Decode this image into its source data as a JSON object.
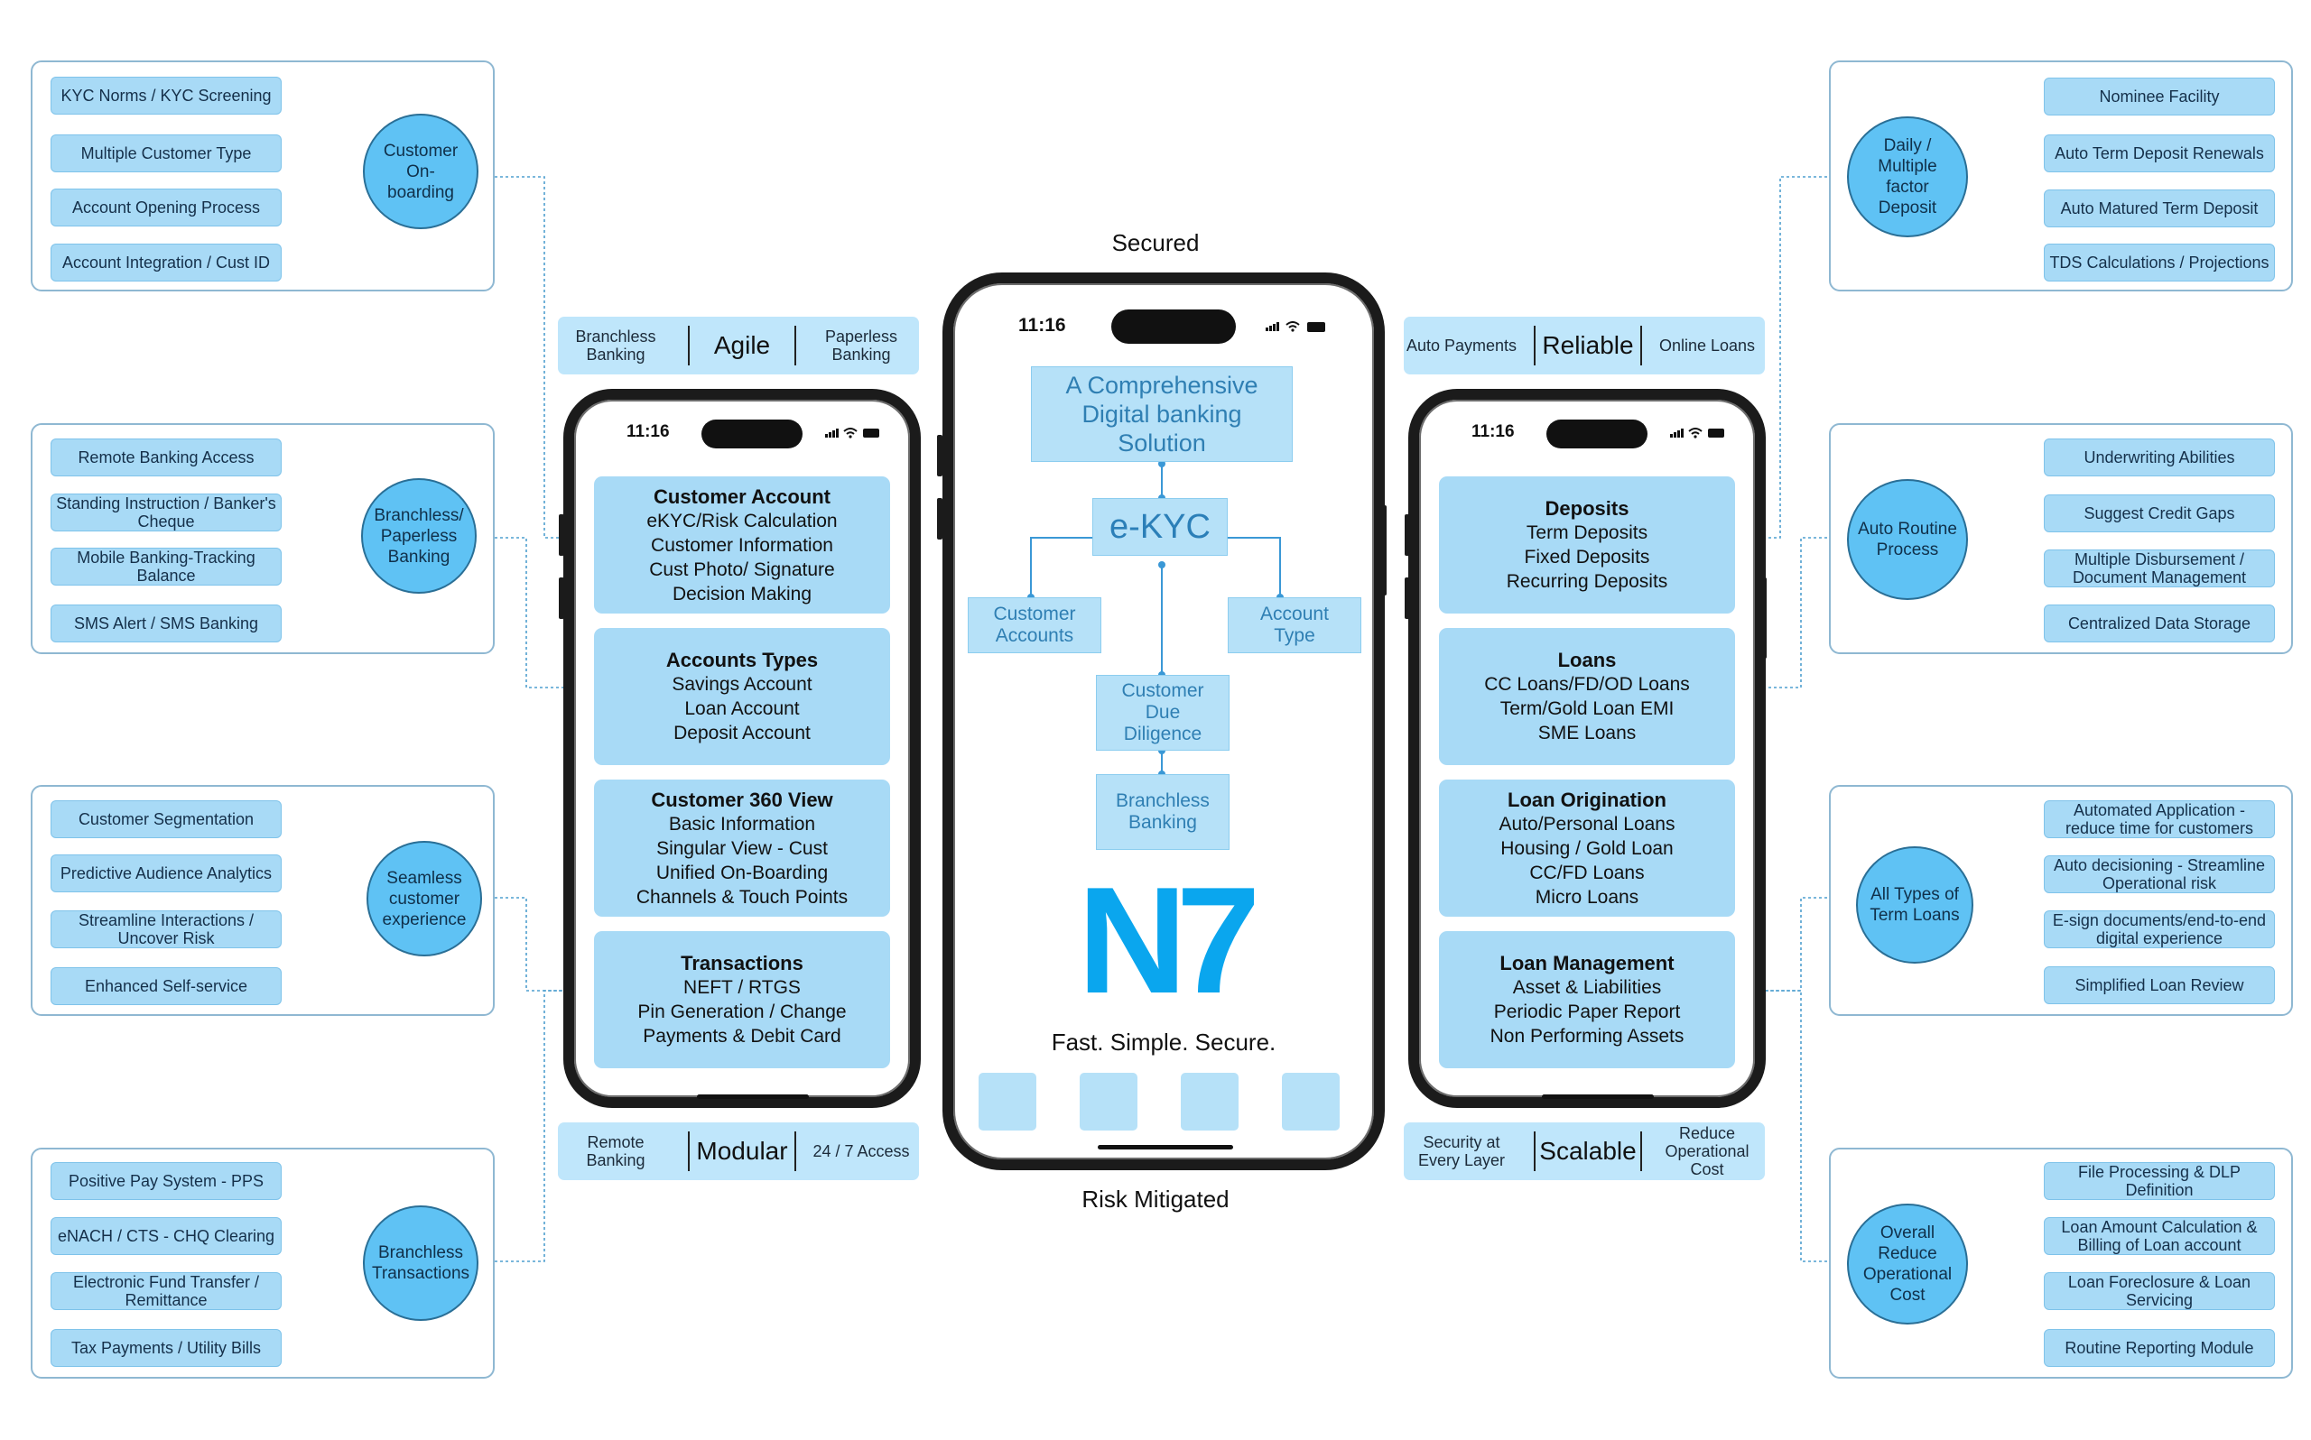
{
  "colors": {
    "box": "#a8daf6",
    "circle": "#5fc2f4",
    "line": "#4f9fcf",
    "panel_border": "#8fb8d2",
    "logo": "#0aa6ee"
  },
  "panels_left": [
    {
      "hub": "Customer On-boarding",
      "items": [
        "KYC Norms / KYC Screening",
        "Multiple Customer Type",
        "Account Opening Process",
        "Account Integration / Cust ID"
      ]
    },
    {
      "hub": "Branchless/ Paperless Banking",
      "items": [
        "Remote Banking Access",
        "Standing Instruction / Banker's Cheque",
        "Mobile Banking-Tracking Balance",
        "SMS Alert / SMS Banking"
      ]
    },
    {
      "hub": "Seamless customer experience",
      "items": [
        "Customer Segmentation",
        "Predictive Audience Analytics",
        "Streamline Interactions / Uncover Risk",
        "Enhanced Self-service"
      ]
    },
    {
      "hub": "Branchless Transactions",
      "items": [
        "Positive Pay System - PPS",
        "eNACH / CTS - CHQ Clearing",
        "Electronic Fund Transfer / Remittance",
        "Tax Payments / Utility Bills"
      ]
    }
  ],
  "panels_right": [
    {
      "hub": "Daily / Multiple factor Deposit",
      "items": [
        "Nominee Facility",
        "Auto Term Deposit Renewals",
        "Auto Matured Term Deposit",
        "TDS Calculations / Projections"
      ]
    },
    {
      "hub": "Auto Routine Process",
      "items": [
        "Underwriting Abilities",
        "Suggest Credit Gaps",
        "Multiple Disbursement / Document Management",
        "Centralized Data Storage"
      ]
    },
    {
      "hub": "All Types of Term Loans",
      "items": [
        "Automated Application - reduce time for customers",
        "Auto decisioning - Streamline Operational risk",
        "E-sign documents/end-to-end digital experience",
        "Simplified Loan Review"
      ]
    },
    {
      "hub": "Overall Reduce Operational Cost",
      "items": [
        "File Processing & DLP Definition",
        "Loan Amount Calculation & Billing of Loan account",
        "Loan Foreclosure & Loan Servicing",
        "Routine Reporting Module"
      ]
    }
  ],
  "bars": {
    "top_left": {
      "left": "Branchless Banking",
      "mid": "Agile",
      "right": "Paperless Banking"
    },
    "bottom_left": {
      "left": "Remote Banking",
      "mid": "Modular",
      "right": "24 / 7 Access"
    },
    "top_right": {
      "left": "Auto Payments",
      "mid": "Reliable",
      "right": "Online Loans"
    },
    "bottom_right": {
      "left": "Security at Every Layer",
      "mid": "Scalable",
      "right": "Reduce Operational Cost"
    }
  },
  "phone_time": "11:16",
  "left_phone_cards": [
    {
      "title": "Customer Account",
      "lines": [
        "eKYC/Risk Calculation",
        "Customer Information",
        "Cust Photo/ Signature",
        "Decision Making"
      ]
    },
    {
      "title": "Accounts Types",
      "lines": [
        "Savings Account",
        "Loan Account",
        "Deposit Account"
      ]
    },
    {
      "title": "Customer 360 View",
      "lines": [
        "Basic Information",
        "Singular View - Cust",
        "Unified On-Boarding",
        "Channels & Touch Points"
      ]
    },
    {
      "title": "Transactions",
      "lines": [
        "NEFT / RTGS",
        "Pin Generation / Change",
        "Payments & Debit Card"
      ]
    }
  ],
  "right_phone_cards": [
    {
      "title": "Deposits",
      "lines": [
        "Term Deposits",
        "Fixed Deposits",
        "Recurring Deposits"
      ]
    },
    {
      "title": "Loans",
      "lines": [
        "CC Loans/FD/OD Loans",
        "Term/Gold Loan EMI",
        "SME Loans"
      ]
    },
    {
      "title": "Loan Origination",
      "lines": [
        "Auto/Personal Loans",
        "Housing / Gold Loan",
        "CC/FD Loans",
        "Micro Loans"
      ]
    },
    {
      "title": "Loan Management",
      "lines": [
        "Asset & Liabilities",
        "Periodic Paper Report",
        "Non Performing Assets"
      ]
    }
  ],
  "center": {
    "top_caption": "Secured",
    "bottom_caption": "Risk Mitigated",
    "solution": "A Comprehensive Digital banking Solution",
    "ekyc": "e-KYC",
    "customer_accounts": "Customer Accounts",
    "account_type": "Account Type",
    "due_diligence": "Customer Due Diligence",
    "branchless": "Branchless Banking",
    "logo": "N7",
    "tagline": "Fast. Simple. Secure."
  }
}
